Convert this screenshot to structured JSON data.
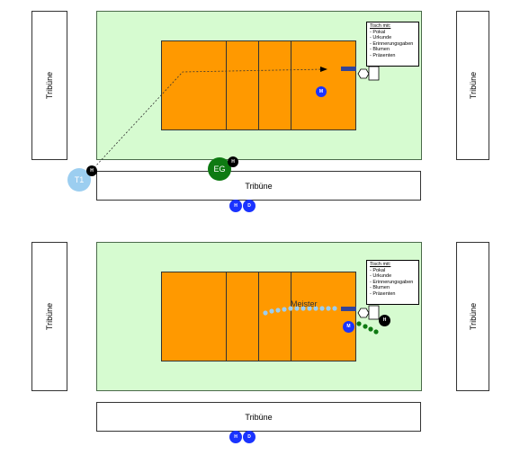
{
  "stand_label": "Tribüne",
  "table_note": {
    "title": "Tisch mit:",
    "items": [
      "- Pokal",
      "- Urkunde",
      "- Erinnerungsgaben",
      "- Blumen",
      "- Präsenten"
    ]
  },
  "markers": {
    "h": "H",
    "m": "M",
    "d": "D",
    "eg": "EG",
    "t1": "T1"
  },
  "meister_label": "Meister",
  "colors": {
    "field": "#d6fbd0",
    "court": "#ff9900",
    "blue": "#1a33ff",
    "light_blue": "#9ccef0",
    "green": "#0e7a12",
    "black": "#000000",
    "navy": "#334499"
  }
}
